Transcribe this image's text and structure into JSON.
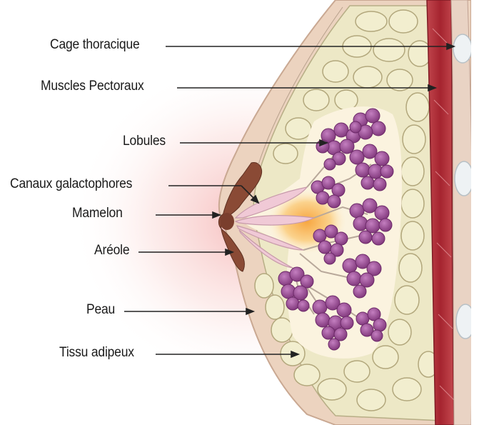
{
  "labels": {
    "cage": "Cage thoracique",
    "muscles": "Muscles Pectoraux",
    "lobules": "Lobules",
    "canaux": "Canaux galactophores",
    "mamelon": "Mamelon",
    "areole": "Aréole",
    "peau": "Peau",
    "tissu": "Tissu adipeux"
  },
  "colors": {
    "skin": "#ecd3bf",
    "fat": "#ede8c6",
    "fat_outline": "#b7ae86",
    "muscle": "#b1303b",
    "lobule": "#a04b9c",
    "areola": "#8a4a35",
    "duct": "#f0c9d6",
    "glow": "#f7a640"
  }
}
